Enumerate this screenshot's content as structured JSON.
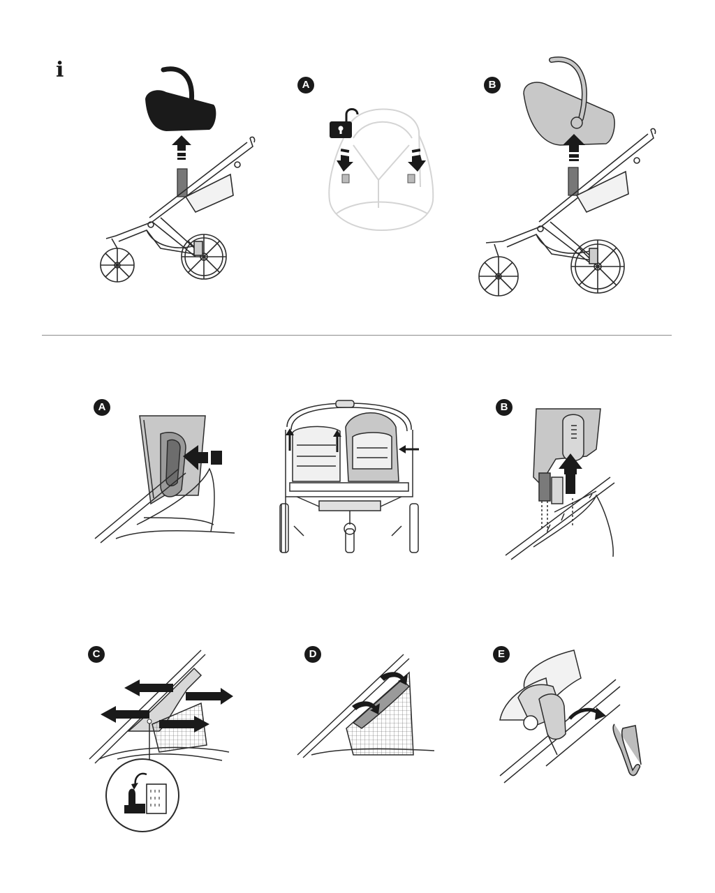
{
  "colors": {
    "ink": "#1a1a1a",
    "line": "#2b2b2b",
    "shade": "#c8c8c8",
    "light": "#d4d4d4",
    "divider": "#8c8c8c"
  },
  "top": {
    "info_marker": "i",
    "panel_a_label": "A",
    "panel_b_label": "B",
    "icons": [
      "car-seat-black",
      "upward-arrow",
      "jogging-stroller",
      "padlock-open",
      "down-arrow",
      "car-seat-gray"
    ]
  },
  "bottom": {
    "step_a_label": "A",
    "step_b_label": "B",
    "step_c_label": "C",
    "step_d_label": "D",
    "step_e_label": "E",
    "icons": [
      "adapter-push-arrow",
      "double-stroller-front",
      "adapter-lift-arrow",
      "fabric-pull-arrows",
      "velcro-detail",
      "fabric-tuck-arrows",
      "clip-remove"
    ]
  }
}
